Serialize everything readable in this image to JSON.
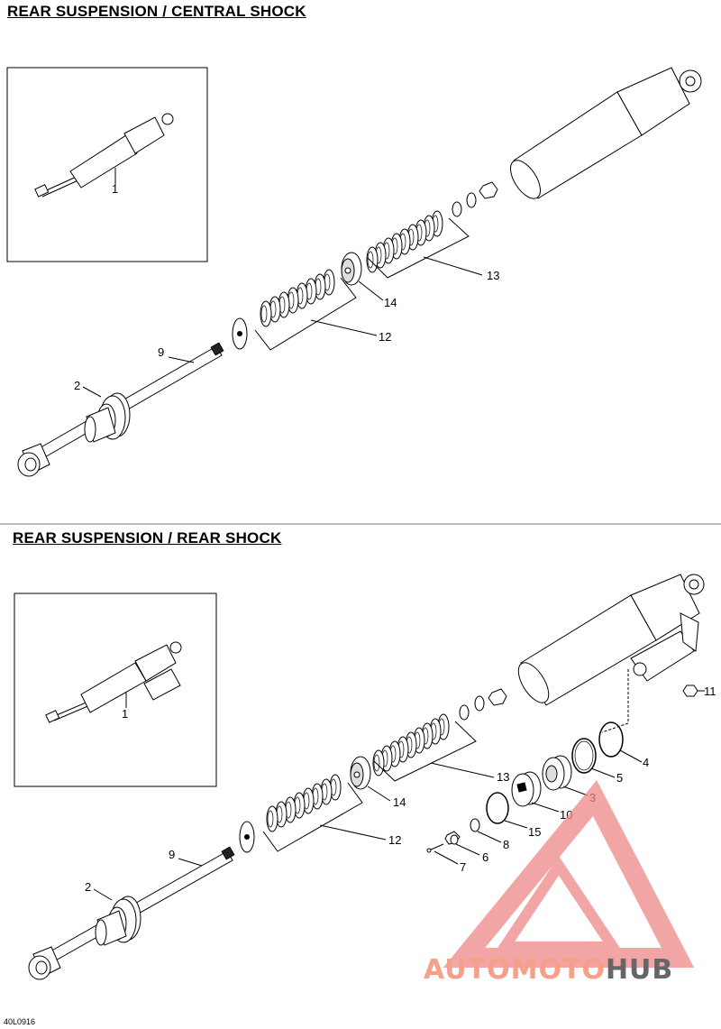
{
  "titles": {
    "central": "REAR SUSPENSION / CENTRAL SHOCK",
    "rear": "REAR SUSPENSION / REAR SHOCK"
  },
  "central_labels": {
    "l1": "1",
    "l2": "2",
    "l9": "9",
    "l12": "12",
    "l13": "13",
    "l14": "14"
  },
  "rear_labels": {
    "l1": "1",
    "l2": "2",
    "l3": "3",
    "l4": "4",
    "l5": "5",
    "l6": "6",
    "l7": "7",
    "l8": "8",
    "l9": "9",
    "l10": "10",
    "l11": "11",
    "l12": "12",
    "l13": "13",
    "l14": "14",
    "l15": "15"
  },
  "drawing_code": "40L0916",
  "watermark": {
    "part1": "AUTOMOTO",
    "part2": "HUB",
    "color_main": "#f08080",
    "color_hub": "#555555"
  }
}
